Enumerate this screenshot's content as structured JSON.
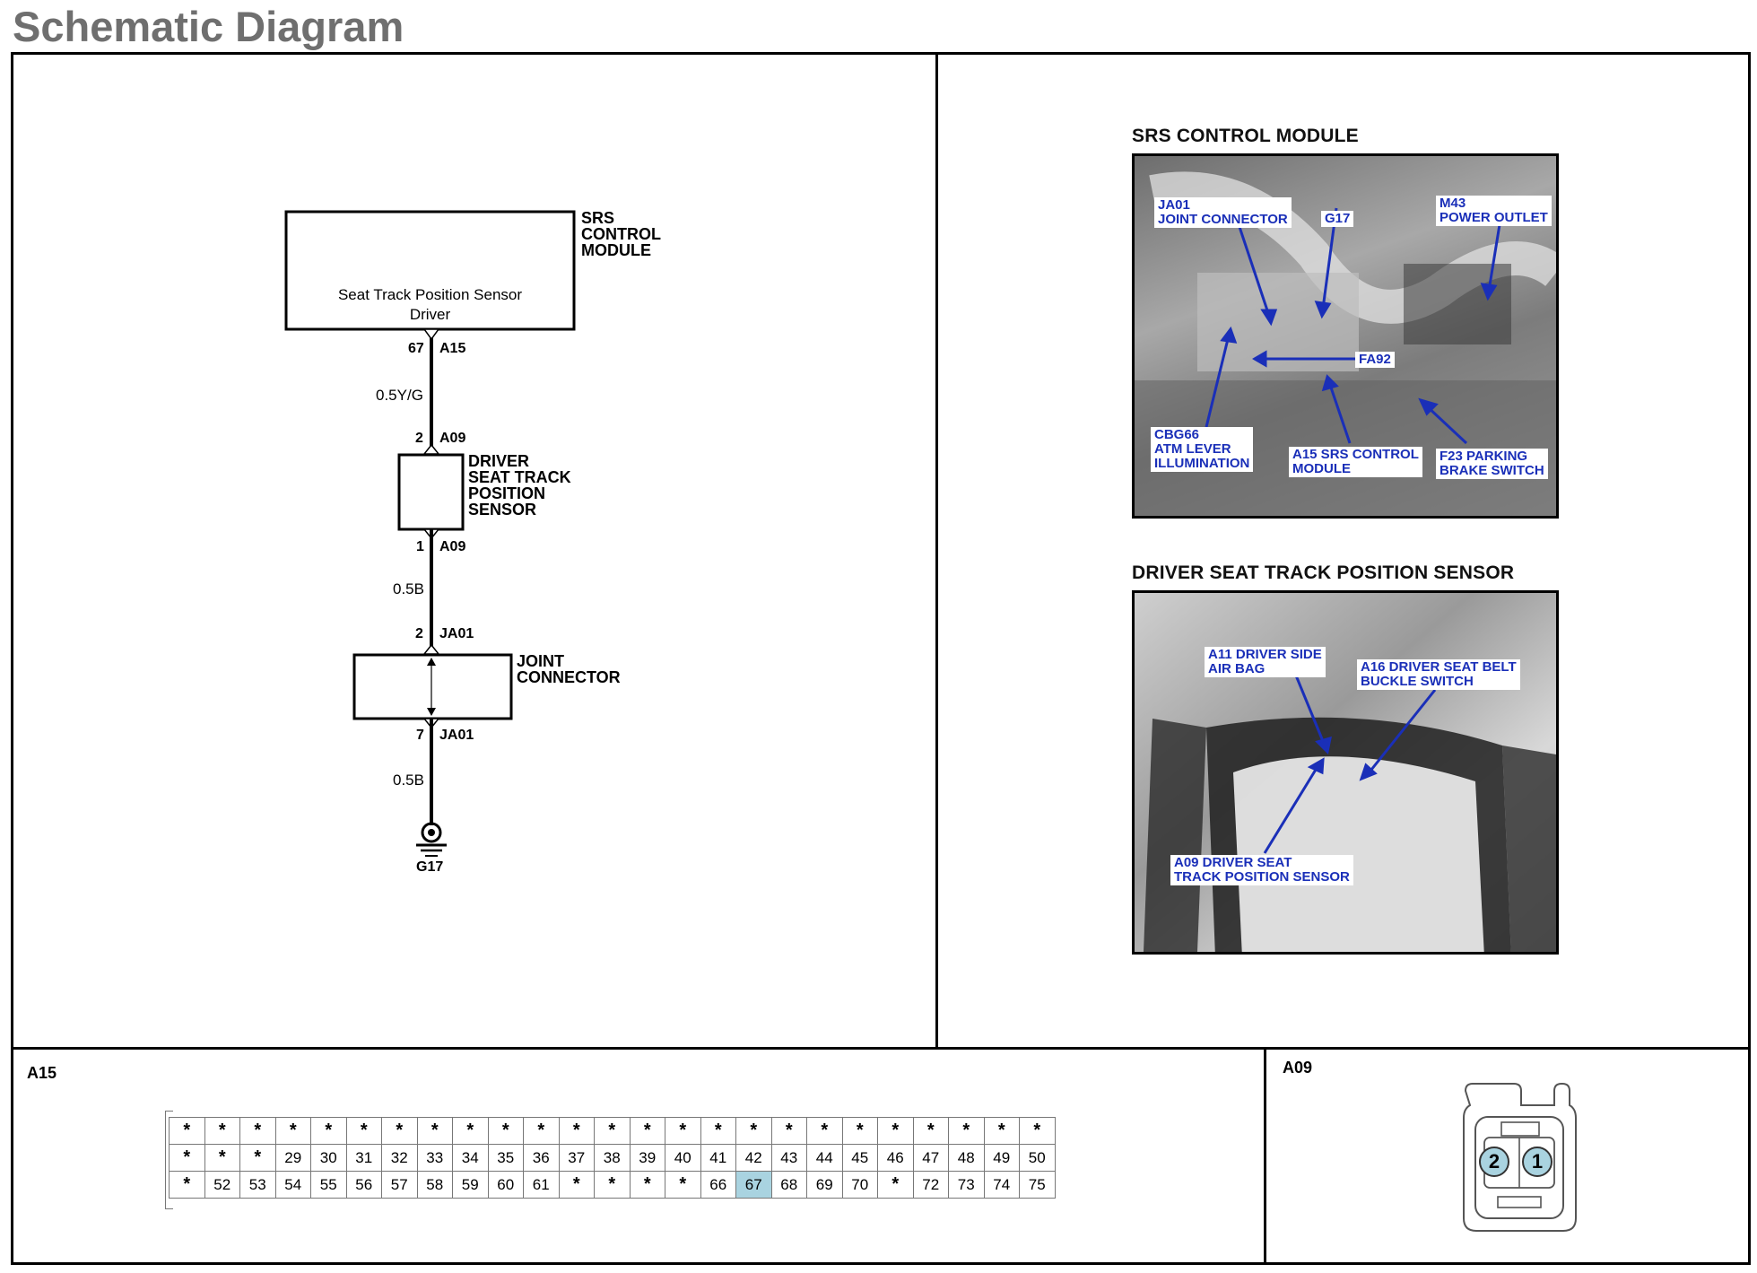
{
  "page_title": "Schematic Diagram",
  "schematic": {
    "srs_module": {
      "name_label": "SRS\nCONTROL\nMODULE",
      "internal_label_1": "Seat Track Position Sensor",
      "internal_label_2": "Driver",
      "pin": "67",
      "connector": "A15"
    },
    "wire_1": {
      "spec": "0.5Y/G"
    },
    "sensor": {
      "name_label": "DRIVER\nSEAT TRACK\nPOSITION\nSENSOR",
      "top_pin": "2",
      "top_connector": "A09",
      "bottom_pin": "1",
      "bottom_connector": "A09"
    },
    "wire_2": {
      "spec": "0.5B"
    },
    "joint": {
      "name_label": "JOINT\nCONNECTOR",
      "top_pin": "2",
      "top_connector": "JA01",
      "bottom_pin": "7",
      "bottom_connector": "JA01"
    },
    "wire_3": {
      "spec": "0.5B"
    },
    "ground": {
      "label": "G17"
    }
  },
  "photos": [
    {
      "title": "SRS CONTROL MODULE",
      "callouts": {
        "ja01": "JA01\nJOINT CONNECTOR",
        "g17": "G17",
        "m43": "M43\nPOWER OUTLET",
        "fa92": "FA92",
        "cbg66": "CBG66\nATM LEVER\nILLUMINATION",
        "a15": "A15 SRS CONTROL\nMODULE",
        "f23": "F23 PARKING\nBRAKE SWITCH"
      }
    },
    {
      "title": "DRIVER SEAT TRACK POSITION SENSOR",
      "callouts": {
        "a11": "A11 DRIVER SIDE\nAIR BAG",
        "a16": "A16 DRIVER SEAT BELT\nBUCKLE SWITCH",
        "a09": "A09 DRIVER SEAT\nTRACK POSITION SENSOR"
      }
    }
  ],
  "connector_a15": {
    "id": "A15",
    "highlighted_pin": "67",
    "highlight_color": "#a9d3e0",
    "rows": [
      [
        "*",
        "*",
        "*",
        "*",
        "*",
        "*",
        "*",
        "*",
        "*",
        "*",
        "*",
        "*",
        "*",
        "*",
        "*",
        "*",
        "*",
        "*",
        "*",
        "*",
        "*",
        "*",
        "*",
        "*",
        "*"
      ],
      [
        "*",
        "*",
        "*",
        "29",
        "30",
        "31",
        "32",
        "33",
        "34",
        "35",
        "36",
        "37",
        "38",
        "39",
        "40",
        "41",
        "42",
        "43",
        "44",
        "45",
        "46",
        "47",
        "48",
        "49",
        "50"
      ],
      [
        "*",
        "52",
        "53",
        "54",
        "55",
        "56",
        "57",
        "58",
        "59",
        "60",
        "61",
        "*",
        "*",
        "*",
        "*",
        "66",
        "67",
        "68",
        "69",
        "70",
        "*",
        "72",
        "73",
        "74",
        "75"
      ]
    ]
  },
  "connector_a09": {
    "id": "A09",
    "pins": [
      "2",
      "1"
    ],
    "pin_color": "#a9d3e0"
  },
  "colors": {
    "title_gray": "#6f6f6f",
    "callout_blue": "#1a2fb8",
    "pin_highlight": "#a9d3e0"
  }
}
